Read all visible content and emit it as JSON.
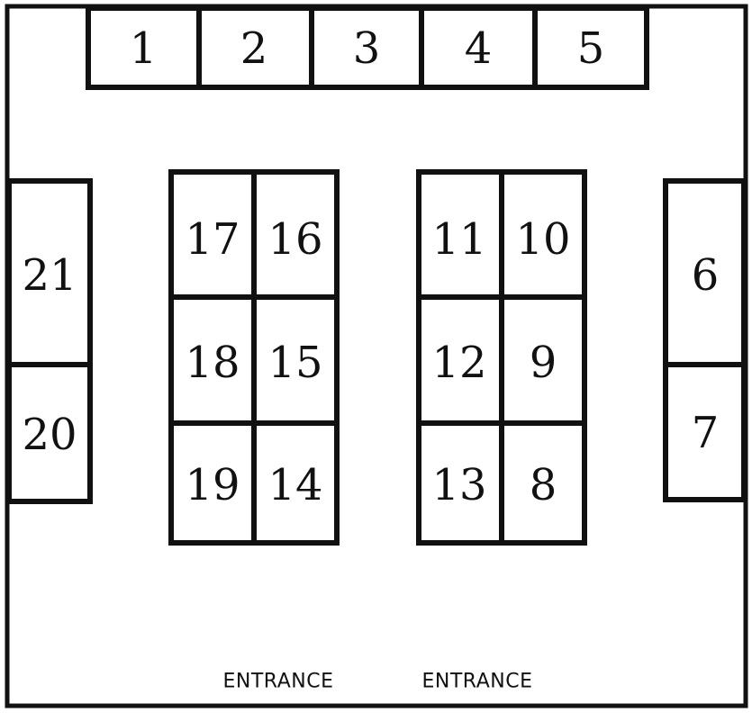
{
  "booths": [
    "1",
    "2",
    "3",
    "4",
    "5",
    "6",
    "7",
    "8",
    "9",
    "10",
    "11",
    "12",
    "13",
    "14",
    "15",
    "16",
    "17",
    "18",
    "19",
    "20",
    "21"
  ],
  "entrances": [
    "ENTRANCE",
    "ENTRANCE"
  ],
  "colors": {
    "line": "#111111",
    "background": "#ffffff"
  }
}
